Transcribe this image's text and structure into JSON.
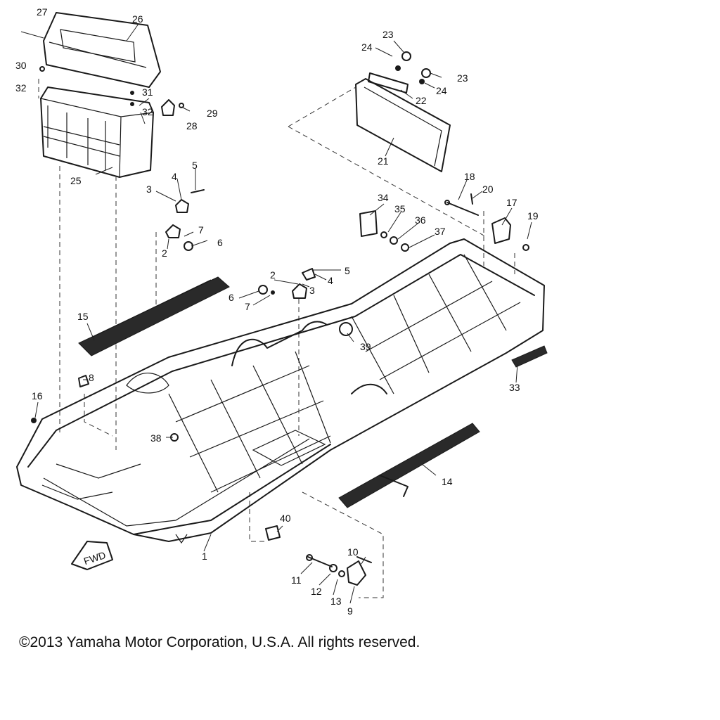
{
  "diagram": {
    "badge": "FWD",
    "callouts": [
      "1",
      "2",
      "2",
      "3",
      "3",
      "4",
      "4",
      "5",
      "5",
      "6",
      "6",
      "7",
      "7",
      "8",
      "9",
      "10",
      "11",
      "12",
      "13",
      "14",
      "15",
      "16",
      "17",
      "18",
      "19",
      "20",
      "21",
      "22",
      "23",
      "23",
      "24",
      "24",
      "25",
      "26",
      "27",
      "28",
      "29",
      "30",
      "31",
      "32",
      "32",
      "33",
      "34",
      "35",
      "36",
      "37",
      "38",
      "39",
      "40"
    ]
  },
  "footer": {
    "copyright": "©2013 Yamaha Motor Corporation, U.S.A. All rights reserved."
  }
}
